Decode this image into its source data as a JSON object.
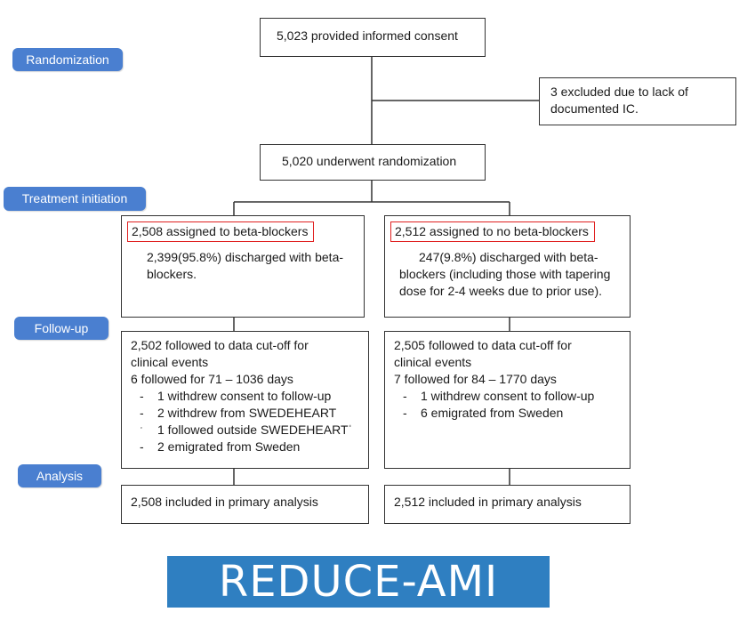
{
  "stages": {
    "randomization": "Randomization",
    "treatment": "Treatment initiation",
    "followup": "Follow-up",
    "analysis": "Analysis"
  },
  "consent": "5,023 provided informed consent",
  "excluded": [
    "3 excluded due to lack of",
    "documented IC."
  ],
  "randomized": "5,020 underwent randomization",
  "left": {
    "assigned": "2,508 assigned to beta-blockers",
    "discharged": [
      "2,399(95.8%) discharged with beta-",
      "blockers."
    ],
    "followed": [
      "2,502 followed to data cut-off for",
      "clinical events",
      "6 followed for 71 – 1036 days"
    ],
    "reasons": [
      {
        "dash": "-",
        "text": "1 withdrew consent to follow-up"
      },
      {
        "dash": "-",
        "text": "2 withdrew from SWEDEHEART"
      },
      {
        "dash": "ˑ",
        "text": "1 followed outside SWEDEHEARTˈ"
      },
      {
        "dash": "-",
        "text": "2 emigrated from Sweden"
      }
    ],
    "analysis": "2,508 included in primary analysis"
  },
  "right": {
    "assigned": "2,512 assigned to no beta-blockers",
    "discharged": [
      "247(9.8%) discharged with beta-",
      "blockers (including those with tapering",
      "dose for 2-4 weeks due to prior use)."
    ],
    "followed": [
      "2,505 followed to data cut-off for",
      "clinical events",
      "7 followed for 84 – 1770 days"
    ],
    "reasons": [
      {
        "dash": "-",
        "text": "1 withdrew consent to follow-up"
      },
      {
        "dash": "-",
        "text": "6 emigrated from Sweden"
      }
    ],
    "analysis": "2,512 included in primary analysis"
  },
  "logo_text": "REDUCE-AMI",
  "colors": {
    "stage_fill": "#4a7fd0",
    "highlight_border": "#e02020",
    "logo_fill": "#2f7fc1"
  }
}
